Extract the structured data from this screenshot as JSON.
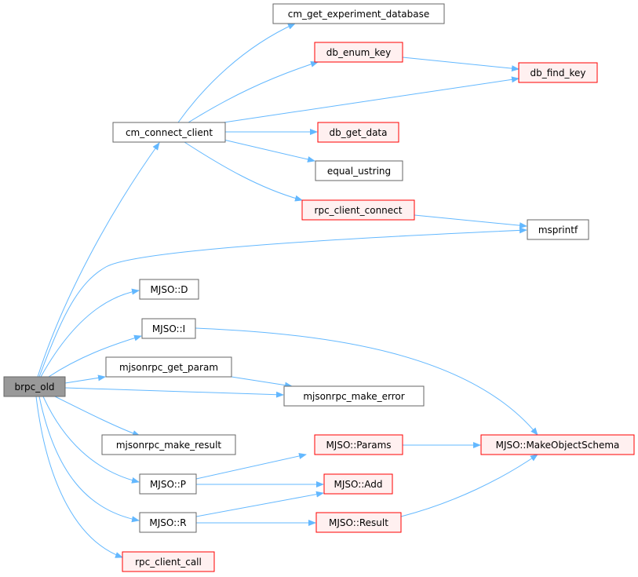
{
  "graph": {
    "nodes": {
      "brpc_old": "brpc_old",
      "cm_connect_client": "cm_connect_client",
      "cm_get_experiment_database": "cm_get_experiment_database",
      "db_enum_key": "db_enum_key",
      "db_find_key": "db_find_key",
      "db_get_data": "db_get_data",
      "equal_ustring": "equal_ustring",
      "rpc_client_connect": "rpc_client_connect",
      "msprintf": "msprintf",
      "mjso_d": "MJSO::D",
      "mjso_i": "MJSO::I",
      "mjsonrpc_get_param": "mjsonrpc_get_param",
      "mjsonrpc_make_error": "mjsonrpc_make_error",
      "mjsonrpc_make_result": "mjsonrpc_make_result",
      "mjso_params": "MJSO::Params",
      "mjso_make_object_schema": "MJSO::MakeObjectSchema",
      "mjso_p": "MJSO::P",
      "mjso_add": "MJSO::Add",
      "mjso_r": "MJSO::R",
      "mjso_result": "MJSO::Result",
      "rpc_client_call": "rpc_client_call"
    },
    "colors": {
      "edge": "#63b8ff",
      "root_fill": "#999999",
      "undocumented_border": "#ff0000",
      "undocumented_fill": "#fff0f0"
    }
  }
}
